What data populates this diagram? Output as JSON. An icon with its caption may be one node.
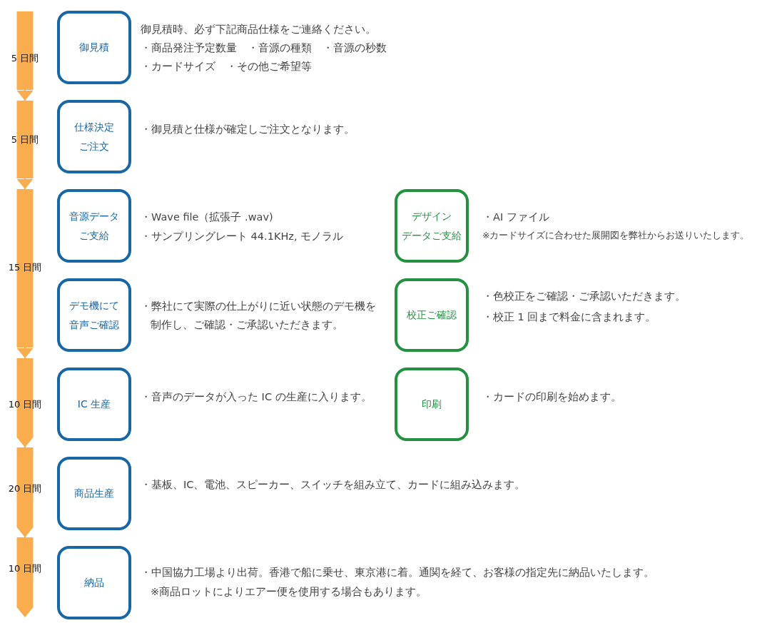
{
  "diagram": {
    "nodes": [
      {
        "text": [
          "5 日間"
        ]
      },
      {
        "text": [
          "御見積"
        ],
        "beside": [
          "御見積時、必ず下記商品仕様をご連絡ください。",
          "・商品発注予定数量　・音源の種類　・音源の秒数",
          "・カードサイズ　・その他ご希望等"
        ]
      },
      {
        "text": [
          "5 日間"
        ]
      },
      {
        "text": [
          "仕様決定",
          "ご注文"
        ],
        "beside": [
          "・御見積と仕様が確定しご注文となります。"
        ]
      },
      {
        "text": [
          "15 日間"
        ]
      },
      {
        "text": [
          "音源データ",
          "ご支給"
        ],
        "beside": [
          "・Wave file（拡張子 .wav)",
          "・サンプリングレート 44.1KHz, モノラル"
        ]
      },
      {
        "text": [
          "デザイン",
          "データご支給"
        ],
        "beside": [
          "・AI ファイル",
          "※カードサイズに合わせた展開図を弊社からお送りいたします。"
        ]
      },
      {
        "text": [
          "デモ機にて",
          "音声ご確認"
        ],
        "beside": [
          "・弊社にて実際の仕上がりに近い状態のデモ機を制作し、ご確認・ご承認いただきます。"
        ]
      },
      {
        "text": [
          "校正ご確認"
        ],
        "beside": [
          "・色校正をご確認・ご承認いただきます。",
          "・校正 1 回まで料金に含まれます。"
        ]
      },
      {
        "text": [
          "10 日間"
        ]
      },
      {
        "text": [
          "IC 生産"
        ],
        "beside": [
          "・音声のデータが入った IC の生産に入ります。"
        ]
      },
      {
        "text": [
          "印刷"
        ],
        "beside": [
          "・カードの印刷を始めます。"
        ]
      },
      {
        "text": [
          "20 日間"
        ]
      },
      {
        "text": [
          "商品生産"
        ],
        "beside": [
          "・基板、IC、電池、スピーカー、スイッチを組み立て、カードに組み込みます。"
        ]
      },
      {
        "text": [
          "10 日間"
        ]
      },
      {
        "text": [
          "納品"
        ],
        "beside": [
          "・中国協力工場より出荷。香港で船に乗せ、東京港に着。通関を経て、お客様の指定先に納品いたします。",
          "※商品ロットによりエアー便を使用する場合もあります。"
        ]
      }
    ],
    "edges": [
      {
        "from": 0,
        "to": 2,
        "arrow": "to"
      },
      {
        "from": 2,
        "to": 4,
        "arrow": "to"
      },
      {
        "from": 4,
        "to": 9,
        "arrow": "to"
      },
      {
        "from": 9,
        "to": 12,
        "arrow": "to"
      },
      {
        "from": 12,
        "to": 14,
        "arrow": "to"
      }
    ]
  }
}
